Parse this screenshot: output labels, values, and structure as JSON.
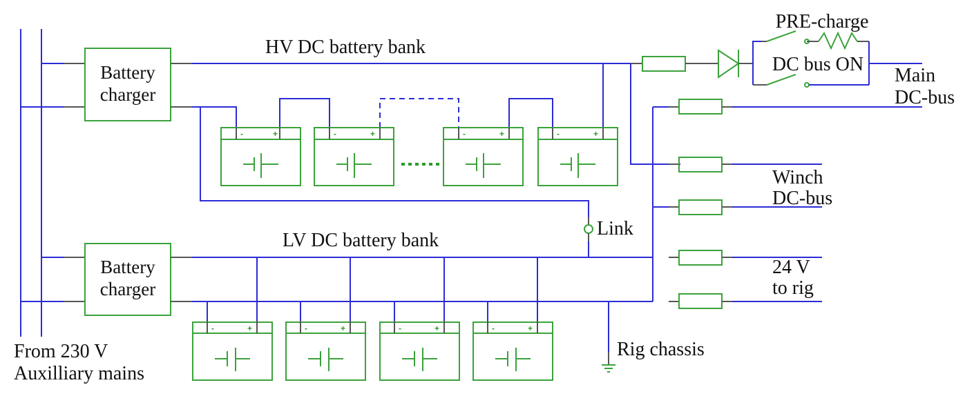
{
  "diagram": {
    "title": "Rig DC power distribution with HV and LV battery banks",
    "colors": {
      "wire": "#2b2bd6",
      "component": "#3aa23a",
      "lead": "#555555",
      "text": "#111111"
    },
    "labels": {
      "hv_bank": "HV DC battery bank",
      "lv_bank": "LV DC battery bank",
      "charger_hv_line1": "Battery",
      "charger_hv_line2": "charger",
      "charger_lv_line1": "Battery",
      "charger_lv_line2": "charger",
      "precharge": "PRE-charge",
      "dc_bus_on": "DC bus ON",
      "main_dcbus_line1": "Main",
      "main_dcbus_line2": "DC-bus",
      "winch_dcbus_line1": "Winch",
      "winch_dcbus_line2": "DC-bus",
      "rig24_line1": "24 V",
      "rig24_line2": "to rig",
      "link": "Link",
      "rig_chassis": "Rig chassis",
      "mains_line1": "From 230 V",
      "mains_line2": "Auxilliary mains"
    },
    "battery_terminals": {
      "negative": "-",
      "positive": "+"
    },
    "hv_battery_count_shown": 4,
    "lv_battery_count_shown": 4,
    "icons": [
      "battery-icon",
      "fuse-icon",
      "diode-icon",
      "resistor-icon",
      "switch-icon",
      "ground-icon",
      "link-terminal-icon"
    ]
  }
}
